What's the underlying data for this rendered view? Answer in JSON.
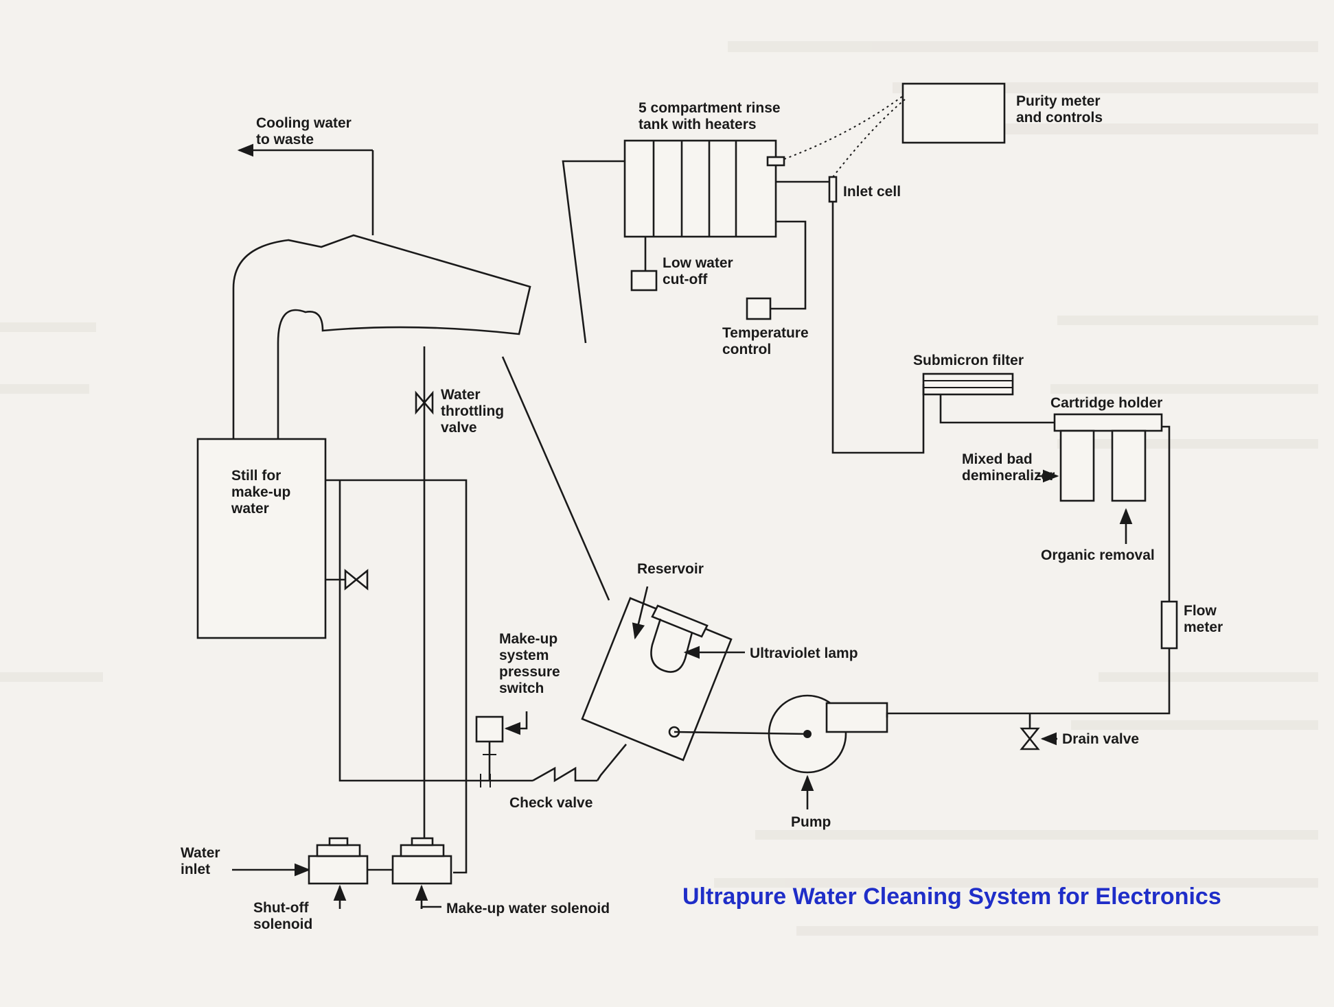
{
  "title": "Ultrapure Water Cleaning System for Electronics",
  "colors": {
    "title": "#1f2ec8",
    "ink": "#1a1a1a",
    "paper": "#f4f2ee"
  },
  "labels": {
    "cooling_water": [
      "Cooling water",
      "to waste"
    ],
    "rinse_tank": [
      "5 compartment rinse",
      "tank with heaters"
    ],
    "purity_meter": [
      "Purity meter",
      "and controls"
    ],
    "inlet_cell": "Inlet cell",
    "low_water": [
      "Low water",
      "cut-off"
    ],
    "temperature_control": [
      "Temperature",
      "control"
    ],
    "submicron_filter": "Submicron filter",
    "cartridge_holder": "Cartridge holder",
    "mixed_bed": [
      "Mixed bad",
      "demineralizer"
    ],
    "organic_removal": "Organic removal",
    "water_throttling_valve": [
      "Water",
      "throttling",
      "valve"
    ],
    "still": [
      "Still for",
      "make-up",
      "water"
    ],
    "reservoir": "Reservoir",
    "ultraviolet_lamp": "Ultraviolet lamp",
    "flow_meter": [
      "Flow",
      "meter"
    ],
    "pressure_switch": [
      "Make-up",
      "system",
      "pressure",
      "switch"
    ],
    "drain_valve": "Drain valve",
    "check_valve": "Check valve",
    "pump": "Pump",
    "water_inlet": [
      "Water",
      "inlet"
    ],
    "shutoff_solenoid": [
      "Shut-off",
      "solenoid"
    ],
    "makeup_solenoid": "Make-up water solenoid"
  }
}
